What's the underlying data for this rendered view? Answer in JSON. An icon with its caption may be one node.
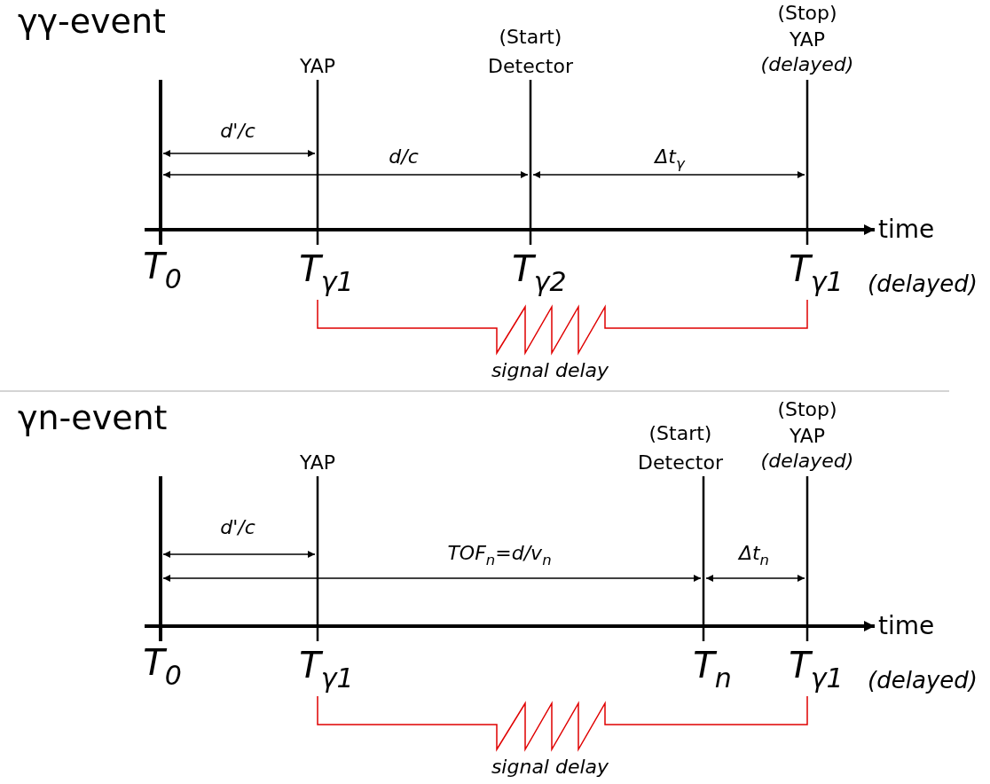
{
  "diagram": {
    "labels": [
      "γγ-event",
      "(Stop)",
      "(Start)",
      "YAP",
      "Detector",
      "YAP",
      "(delayed)",
      "d'/c",
      "d/c",
      "Δt$_{γ}$",
      "time",
      "T$_{0}$",
      "T$_{γ1}$",
      "T$_{γ2}$",
      "T$_{γ1}$",
      "(delayed)",
      "signal delay",
      "γn-event",
      "(Stop)",
      "(Start)",
      "YAP",
      "Detector",
      "YAP",
      "(delayed)",
      "d'/c",
      "TOF$_{n}$=d/v$_{n}$",
      "Δt$_{n}$",
      "time",
      "T$_{0}$",
      "T$_{γ1}$",
      "T$_{n}$",
      "T$_{γ1}$",
      "(delayed)",
      "signal delay"
    ]
  }
}
